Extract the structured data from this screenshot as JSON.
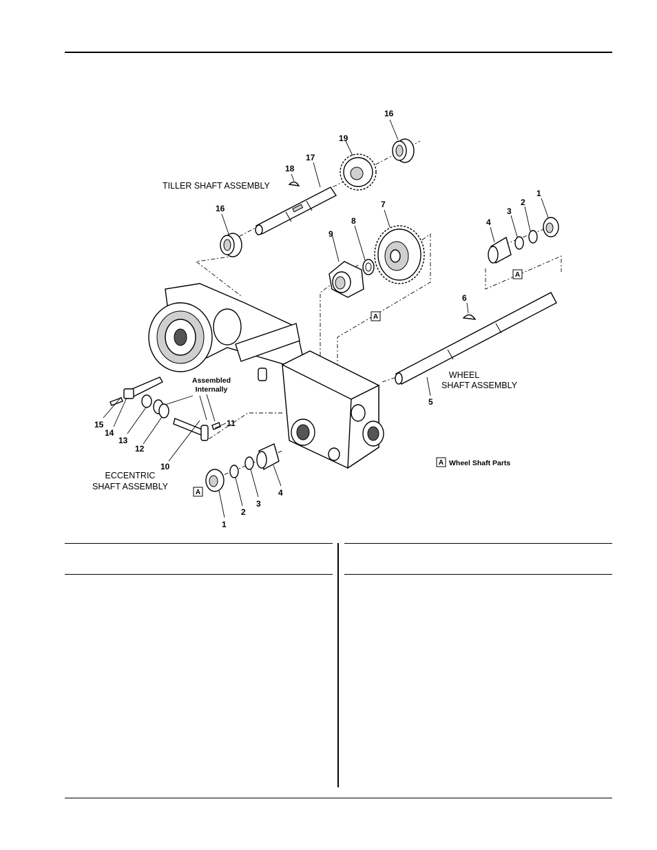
{
  "diagram": {
    "tiller_caption": "TILLER SHAFT ASSEMBLY",
    "wheel_caption_1": "WHEEL",
    "wheel_caption_2": "SHAFT ASSEMBLY",
    "eccentric_caption_1": "ECCENTRIC",
    "eccentric_caption_2": "SHAFT ASSEMBLY",
    "assembled_1": "Assembled",
    "assembled_2": "Internally",
    "legend_box": "A",
    "legend_text": "Wheel Shaft Parts",
    "box_marker": "A",
    "callouts": {
      "n16_top": "16",
      "n19": "19",
      "n17": "17",
      "n18": "18",
      "n16_left": "16",
      "n7": "7",
      "n8": "8",
      "n9": "9",
      "n1_right": "1",
      "n2_right": "2",
      "n3_right": "3",
      "n4_right": "4",
      "n6": "6",
      "n5": "5",
      "n15": "15",
      "n14": "14",
      "n13": "13",
      "n12": "12",
      "n11": "11",
      "n10": "10",
      "n1_bottom": "1",
      "n2_bottom": "2",
      "n3_bottom": "3",
      "n4_bottom": "4"
    }
  }
}
